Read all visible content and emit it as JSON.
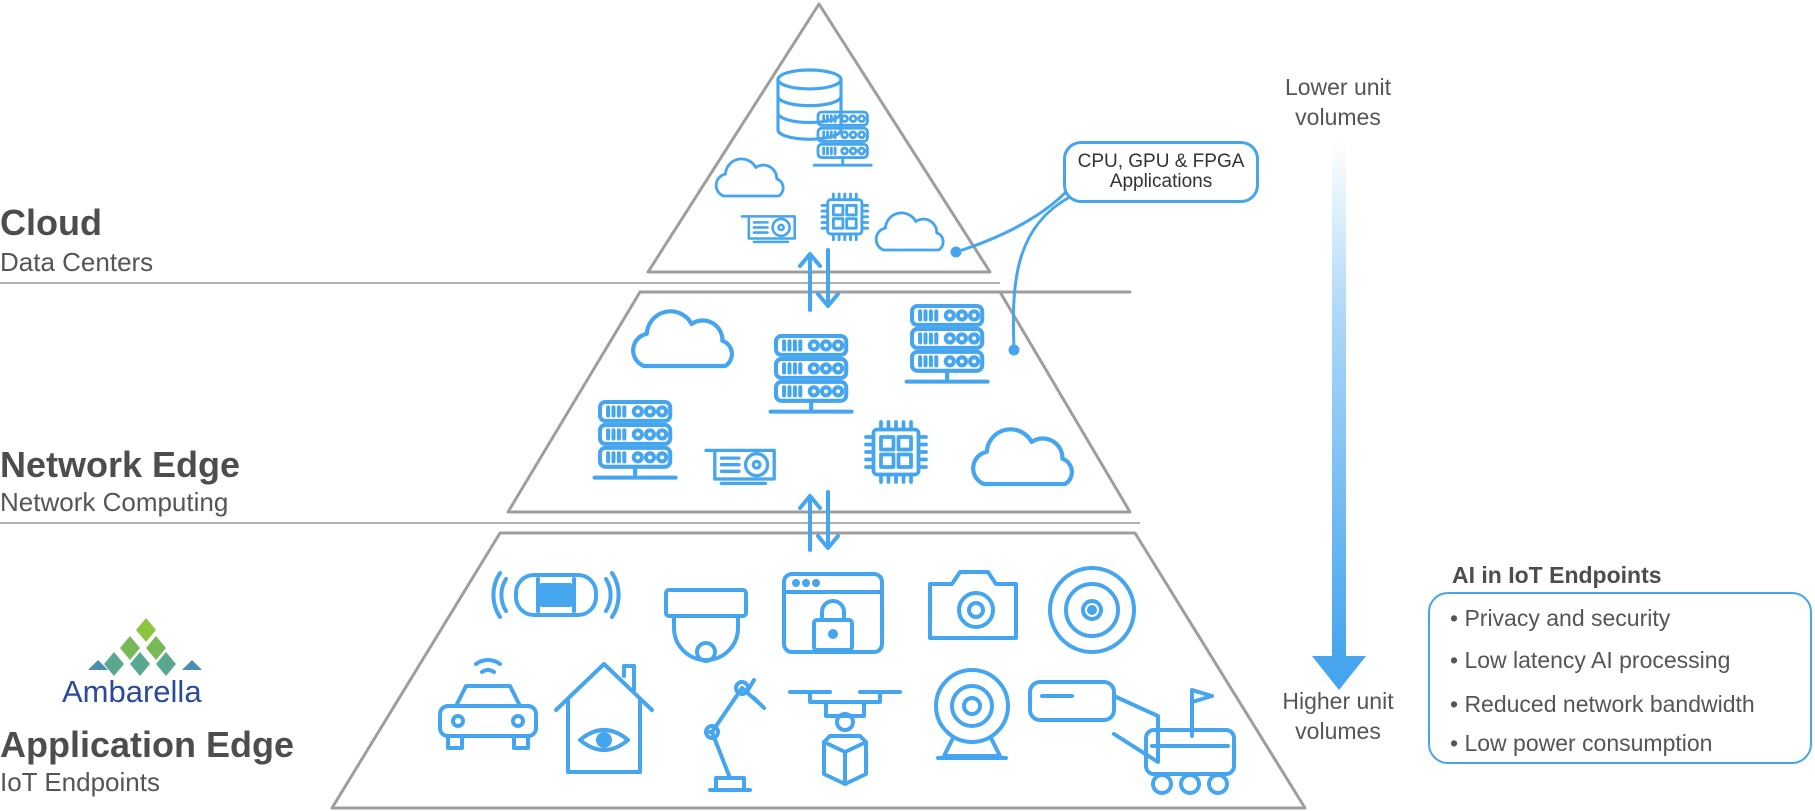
{
  "levels": [
    {
      "title": "Cloud",
      "subtitle": "Data Centers"
    },
    {
      "title": "Network Edge",
      "subtitle": "Network Computing"
    },
    {
      "title": "Application Edge",
      "subtitle": "IoT Endpoints"
    }
  ],
  "callout": {
    "text": "CPU, GPU & FPGA Applications"
  },
  "volume": {
    "top_label": "Lower unit volumes",
    "bottom_label": "Higher unit volumes"
  },
  "ai_panel": {
    "title": "AI in IoT Endpoints",
    "items": [
      "• Privacy and security",
      "• Low latency AI processing",
      "• Reduced network bandwidth",
      "• Low power consumption"
    ]
  },
  "logo": {
    "text": "Ambarella"
  },
  "colors": {
    "accent": "#45a5ee",
    "outline": "#9e9e9e",
    "text_dark": "#4d4d4d",
    "logo_blue": "#2b4a9b",
    "logo_green": "#8cc63f"
  },
  "icons": {
    "cloud": [
      "database-icon",
      "server-rack-icon",
      "cloud-icon",
      "gpu-card-icon",
      "chip-icon",
      "cloud-icon"
    ],
    "network": [
      "cloud-icon",
      "server-rack-icon",
      "server-rack-icon",
      "server-rack-icon",
      "gpu-card-icon",
      "chip-icon",
      "cloud-icon"
    ],
    "endpoints": [
      "car-sensor-icon",
      "dome-camera-icon",
      "secure-browser-icon",
      "camera-icon",
      "robot-vacuum-icon",
      "connected-car-icon",
      "smart-home-icon",
      "robot-arm-icon",
      "delivery-drone-icon",
      "webcam-icon",
      "doorbell-camera-icon",
      "delivery-robot-icon"
    ]
  }
}
